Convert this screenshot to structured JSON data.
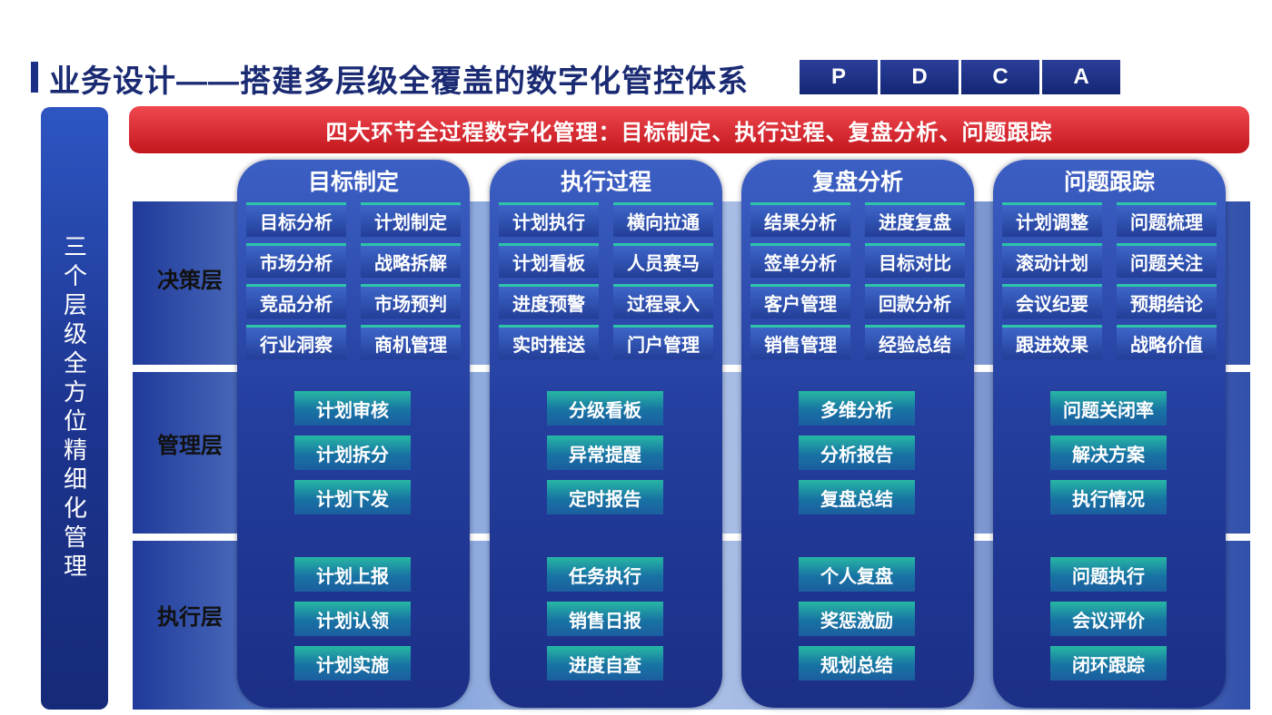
{
  "title": "业务设计——搭建多层级全覆盖的数字化管控体系",
  "pdca": [
    "P",
    "D",
    "C",
    "A"
  ],
  "side_label": "三个层级全方位精细化管理",
  "banner": "四大环节全过程数字化管理：目标制定、执行过程、复盘分析、问题跟踪",
  "layers": [
    "决策层",
    "管理层",
    "执行层"
  ],
  "columns": [
    {
      "title": "目标制定",
      "decision": [
        "目标分析",
        "计划制定",
        "市场分析",
        "战略拆解",
        "竞品分析",
        "市场预判",
        "行业洞察",
        "商机管理"
      ],
      "management": [
        "计划审核",
        "计划拆分",
        "计划下发"
      ],
      "execution": [
        "计划上报",
        "计划认领",
        "计划实施"
      ]
    },
    {
      "title": "执行过程",
      "decision": [
        "计划执行",
        "横向拉通",
        "计划看板",
        "人员赛马",
        "进度预警",
        "过程录入",
        "实时推送",
        "门户管理"
      ],
      "management": [
        "分级看板",
        "异常提醒",
        "定时报告"
      ],
      "execution": [
        "任务执行",
        "销售日报",
        "进度自查"
      ]
    },
    {
      "title": "复盘分析",
      "decision": [
        "结果分析",
        "进度复盘",
        "签单分析",
        "目标对比",
        "客户管理",
        "回款分析",
        "销售管理",
        "经验总结"
      ],
      "management": [
        "多维分析",
        "分析报告",
        "复盘总结"
      ],
      "execution": [
        "个人复盘",
        "奖惩激励",
        "规划总结"
      ]
    },
    {
      "title": "问题跟踪",
      "decision": [
        "计划调整",
        "问题梳理",
        "滚动计划",
        "问题关注",
        "会议纪要",
        "预期结论",
        "跟进效果",
        "战略价值"
      ],
      "management": [
        "问题关闭率",
        "解决方案",
        "执行情况"
      ],
      "execution": [
        "问题执行",
        "会议评价",
        "闭环跟踪"
      ]
    }
  ]
}
